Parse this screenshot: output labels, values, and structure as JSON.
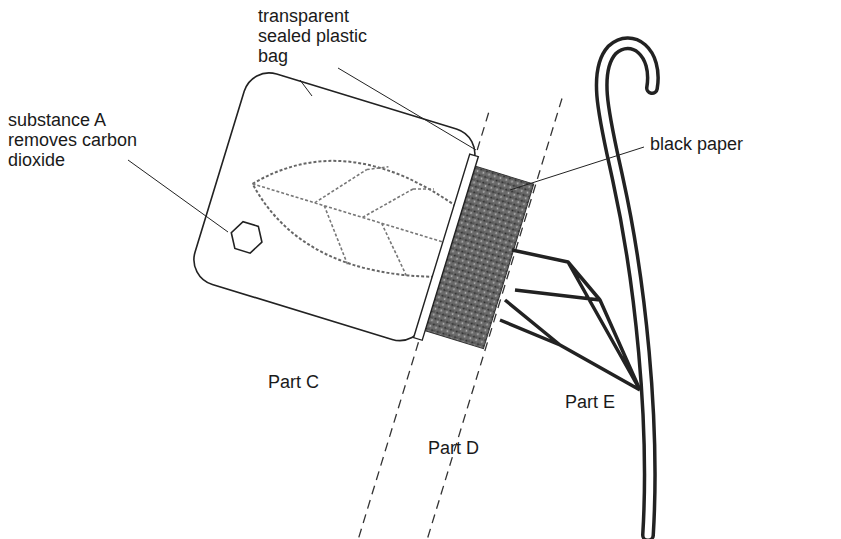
{
  "diagram": {
    "labels": [
      "transparent sealed plastic bag",
      "substance A removes carbon dioxide",
      "black paper",
      "Part C",
      "Part D",
      "Part E"
    ]
  }
}
